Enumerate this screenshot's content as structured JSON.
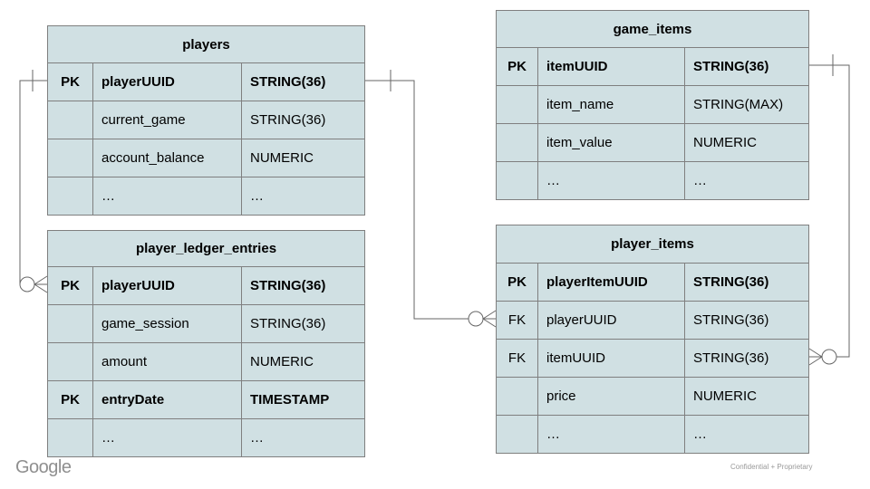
{
  "slide": {
    "footer_logo": "Google",
    "footer_note": "Confidential + Proprietary"
  },
  "colors": {
    "cell_fill": "#d0e0e3",
    "cell_border": "#7f7f7f",
    "connector": "#666666",
    "text": "#000000",
    "logo_gray": "#8f8f8f",
    "note_gray": "#999999"
  },
  "tables": [
    {
      "id": "players",
      "title": "players",
      "rows": [
        {
          "key": "PK",
          "name": "playerUUID",
          "type": "STRING(36)",
          "bold": true
        },
        {
          "key": "",
          "name": "current_game",
          "type": "STRING(36)",
          "bold": false
        },
        {
          "key": "",
          "name": "account_balance",
          "type": "NUMERIC",
          "bold": false
        },
        {
          "key": "",
          "name": "…",
          "type": "…",
          "bold": false
        }
      ]
    },
    {
      "id": "game_items",
      "title": "game_items",
      "rows": [
        {
          "key": "PK",
          "name": "itemUUID",
          "type": "STRING(36)",
          "bold": true
        },
        {
          "key": "",
          "name": "item_name",
          "type": "STRING(MAX)",
          "bold": false
        },
        {
          "key": "",
          "name": "item_value",
          "type": "NUMERIC",
          "bold": false
        },
        {
          "key": "",
          "name": "…",
          "type": "…",
          "bold": false
        }
      ]
    },
    {
      "id": "player_ledger_entries",
      "title": "player_ledger_entries",
      "rows": [
        {
          "key": "PK",
          "name": "playerUUID",
          "type": "STRING(36)",
          "bold": true
        },
        {
          "key": "",
          "name": "game_session",
          "type": "STRING(36)",
          "bold": false
        },
        {
          "key": "",
          "name": "amount",
          "type": "NUMERIC",
          "bold": false
        },
        {
          "key": "PK",
          "name": "entryDate",
          "type": "TIMESTAMP",
          "bold": true
        },
        {
          "key": "",
          "name": "…",
          "type": "…",
          "bold": false
        }
      ]
    },
    {
      "id": "player_items",
      "title": "player_items",
      "rows": [
        {
          "key": "PK",
          "name": "playerItemUUID",
          "type": "STRING(36)",
          "bold": true
        },
        {
          "key": "FK",
          "name": "playerUUID",
          "type": "STRING(36)",
          "bold": false
        },
        {
          "key": "FK",
          "name": "itemUUID",
          "type": "STRING(36)",
          "bold": false
        },
        {
          "key": "",
          "name": "price",
          "type": "NUMERIC",
          "bold": false
        },
        {
          "key": "",
          "name": "…",
          "type": "…",
          "bold": false
        }
      ]
    }
  ],
  "relationships": [
    {
      "from_table": "players",
      "from_column": "playerUUID",
      "from_cardinality": "one",
      "to_table": "player_ledger_entries",
      "to_column": "playerUUID",
      "to_cardinality": "zero-or-many"
    },
    {
      "from_table": "players",
      "from_column": "playerUUID",
      "from_cardinality": "one",
      "to_table": "player_items",
      "to_column": "playerUUID",
      "to_cardinality": "zero-or-many"
    },
    {
      "from_table": "game_items",
      "from_column": "itemUUID",
      "from_cardinality": "one",
      "to_table": "player_items",
      "to_column": "itemUUID",
      "to_cardinality": "zero-or-many"
    }
  ]
}
